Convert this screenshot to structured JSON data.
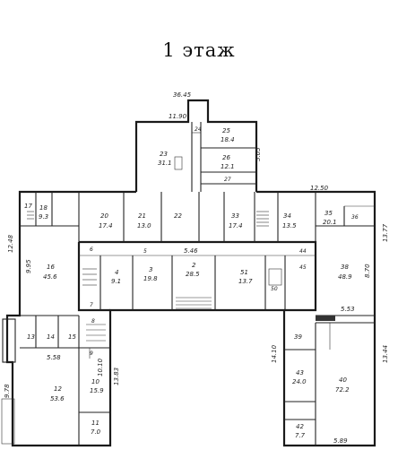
{
  "title": "1 этаж",
  "dimensions": {
    "top_elev": "36.45",
    "top_width": "11.90",
    "right_tower": "5.05",
    "wing_left_h": "12.48",
    "wing_right_h": "12.50",
    "right_w": "13.77",
    "right_lower": "14.10",
    "right_lower2": "13.44",
    "left_lower": "13.83",
    "left_lower2": "5.58",
    "left_bottom": "9.78",
    "center_top": "5.46",
    "center_small": "5.53",
    "right_bottom": "5.89",
    "left_a": "10.10",
    "right_mid": "8.70",
    "left_mid": "9.95"
  },
  "rooms": [
    {
      "num": "25",
      "area": "18.4"
    },
    {
      "num": "24",
      "area": ""
    },
    {
      "num": "23",
      "area": "31.1"
    },
    {
      "num": "26",
      "area": "12.1"
    },
    {
      "num": "27",
      "area": ""
    },
    {
      "num": "18",
      "area": "9.3"
    },
    {
      "num": "17",
      "area": ""
    },
    {
      "num": "20",
      "area": "17.4"
    },
    {
      "num": "21",
      "area": "13.0"
    },
    {
      "num": "22",
      "area": ""
    },
    {
      "num": "33",
      "area": "17.4"
    },
    {
      "num": "34",
      "area": "13.5"
    },
    {
      "num": "35",
      "area": "20.1"
    },
    {
      "num": "36",
      "area": ""
    },
    {
      "num": "16",
      "area": "45.6"
    },
    {
      "num": "4",
      "area": "9.1"
    },
    {
      "num": "3",
      "area": "19.8"
    },
    {
      "num": "2",
      "area": "28.5"
    },
    {
      "num": "51",
      "area": "13.7"
    },
    {
      "num": "38",
      "area": "48.9"
    },
    {
      "num": "13",
      "area": ""
    },
    {
      "num": "14",
      "area": ""
    },
    {
      "num": "15",
      "area": ""
    },
    {
      "num": "12",
      "area": "53.6"
    },
    {
      "num": "10",
      "area": "15.9"
    },
    {
      "num": "11",
      "area": "7.0"
    },
    {
      "num": "40",
      "area": "72.2"
    },
    {
      "num": "43",
      "area": "24.0"
    },
    {
      "num": "42",
      "area": "7.7"
    },
    {
      "num": "39",
      "area": ""
    },
    {
      "num": "9",
      "area": ""
    },
    {
      "num": "8",
      "area": ""
    },
    {
      "num": "7",
      "area": ""
    },
    {
      "num": "6",
      "area": ""
    },
    {
      "num": "5",
      "area": ""
    },
    {
      "num": "44",
      "area": ""
    },
    {
      "num": "45",
      "area": ""
    },
    {
      "num": "50",
      "area": ""
    }
  ]
}
